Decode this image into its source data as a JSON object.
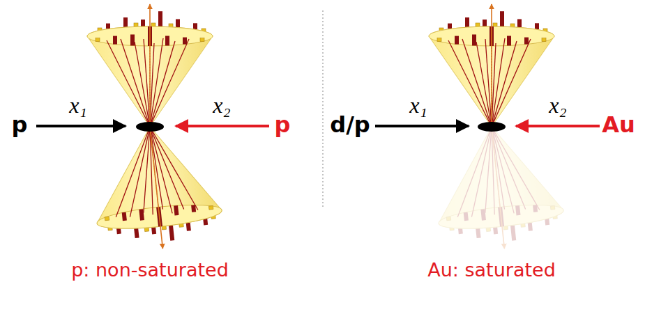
{
  "diagram": {
    "labels": [
      "p",
      "x₁",
      "x₂",
      "p",
      "d/p",
      "x₁",
      "x₂",
      "Au",
      "p: non-saturated",
      "Au: saturated"
    ]
  }
}
